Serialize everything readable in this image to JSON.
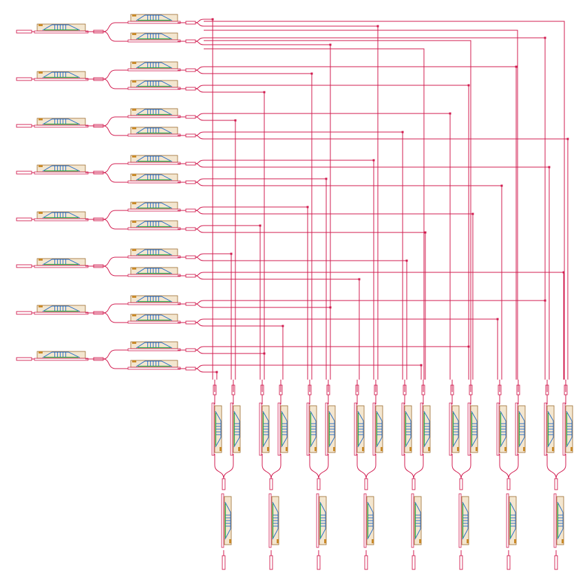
{
  "diagram": {
    "kind": "photonic-switch-matrix-layout",
    "input_rows": 8,
    "output_columns": 8,
    "colors": {
      "waveguide": "#d11a4e",
      "heater_outline": "#9a6a2c",
      "heater_fill": "#f3e6cf",
      "electrode": "#1a66c8",
      "ground": "#2aa84a",
      "pad": "#c98a2a"
    },
    "element_types": [
      "input-port",
      "mzi-switch",
      "splitter",
      "routing-waveguide",
      "output-port"
    ]
  }
}
